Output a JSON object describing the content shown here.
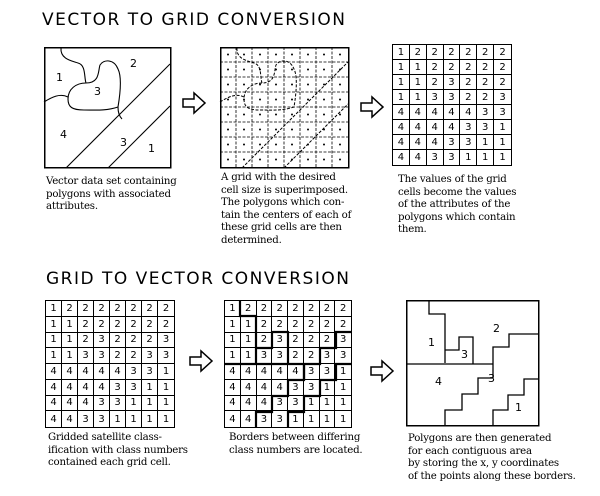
{
  "sections": {
    "top_title": "VECTOR TO GRID CONVERSION",
    "bottom_title": "GRID TO VECTOR CONVERSION"
  },
  "vector_panel": {
    "polygon_labels": [
      "1",
      "2",
      "3",
      "4",
      "3",
      "1"
    ],
    "caption": "Vector data set containing\npolygons with associated\nattributes."
  },
  "overlay_panel": {
    "caption": "A grid with the desired\ncell size is superimposed.\nThe polygons which con-\ntain the centers of each of\nthese grid cells are then\ndetermined."
  },
  "grid_values_panel": {
    "rows": [
      [
        "1",
        "2",
        "2",
        "2",
        "2",
        "2",
        "2"
      ],
      [
        "1",
        "1",
        "2",
        "2",
        "2",
        "2",
        "2"
      ],
      [
        "1",
        "1",
        "2",
        "3",
        "2",
        "2",
        "2"
      ],
      [
        "1",
        "1",
        "3",
        "3",
        "2",
        "2",
        "3"
      ],
      [
        "4",
        "4",
        "4",
        "4",
        "4",
        "3",
        "3"
      ],
      [
        "4",
        "4",
        "4",
        "4",
        "3",
        "3",
        "1"
      ],
      [
        "4",
        "4",
        "4",
        "3",
        "3",
        "1",
        "1"
      ],
      [
        "4",
        "4",
        "3",
        "3",
        "1",
        "1",
        "1"
      ]
    ],
    "caption": "The values of the grid\ncells become the values\nof the attributes of the\npolygons which contain\nthem."
  },
  "satellite_grid_panel": {
    "rows": [
      [
        "1",
        "2",
        "2",
        "2",
        "2",
        "2",
        "2",
        "2"
      ],
      [
        "1",
        "1",
        "2",
        "2",
        "2",
        "2",
        "2",
        "2"
      ],
      [
        "1",
        "1",
        "2",
        "3",
        "2",
        "2",
        "2",
        "3"
      ],
      [
        "1",
        "1",
        "3",
        "3",
        "2",
        "2",
        "3",
        "3"
      ],
      [
        "4",
        "4",
        "4",
        "4",
        "4",
        "3",
        "3",
        "1"
      ],
      [
        "4",
        "4",
        "4",
        "4",
        "3",
        "3",
        "1",
        "1"
      ],
      [
        "4",
        "4",
        "4",
        "3",
        "3",
        "1",
        "1",
        "1"
      ],
      [
        "4",
        "4",
        "3",
        "3",
        "1",
        "1",
        "1",
        "1"
      ]
    ],
    "caption": "Gridded satellite class-\nification with class numbers\ncontained each grid cell."
  },
  "border_grid_panel": {
    "rows": [
      [
        "1",
        "2",
        "2",
        "2",
        "2",
        "2",
        "2",
        "2"
      ],
      [
        "1",
        "1",
        "2",
        "2",
        "2",
        "2",
        "2",
        "2"
      ],
      [
        "1",
        "1",
        "2",
        "3",
        "2",
        "2",
        "2",
        "3"
      ],
      [
        "1",
        "1",
        "3",
        "3",
        "2",
        "2",
        "3",
        "3"
      ],
      [
        "4",
        "4",
        "4",
        "4",
        "4",
        "3",
        "3",
        "1"
      ],
      [
        "4",
        "4",
        "4",
        "4",
        "3",
        "3",
        "1",
        "1"
      ],
      [
        "4",
        "4",
        "4",
        "3",
        "3",
        "1",
        "1",
        "1"
      ],
      [
        "4",
        "4",
        "3",
        "3",
        "1",
        "1",
        "1",
        "1"
      ]
    ],
    "caption": "Borders between differing\nclass numbers are located."
  },
  "polygon_panel": {
    "polygon_labels": [
      "1",
      "2",
      "3",
      "4",
      "3",
      "1"
    ],
    "caption": "Polygons are then generated\nfor each contiguous area\nby storing the x, y coordinates\nof the points along these borders."
  },
  "icons": {
    "arrow": "hollow-right-arrow"
  }
}
